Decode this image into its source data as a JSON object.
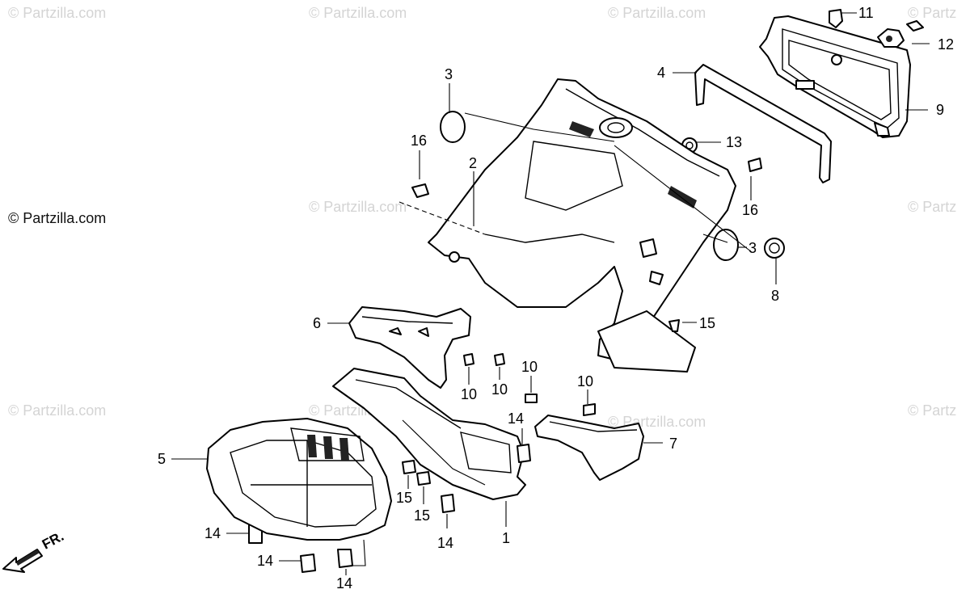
{
  "watermarks": {
    "main": "© Partzilla.com",
    "faint": "© Partzilla.com",
    "clipped": "© Partz"
  },
  "callouts": {
    "p1": "1",
    "p2": "2",
    "p3a": "3",
    "p3b": "3",
    "p4": "4",
    "p5": "5",
    "p6": "6",
    "p7": "7",
    "p8": "8",
    "p9": "9",
    "p10a": "10",
    "p10b": "10",
    "p10c": "10",
    "p10d": "10",
    "p11": "11",
    "p12": "12",
    "p13": "13",
    "p14a": "14",
    "p14b": "14",
    "p14c": "14",
    "p14d": "14",
    "p14e": "14",
    "p15a": "15",
    "p15b": "15",
    "p15c": "15",
    "p16a": "16",
    "p16b": "16"
  },
  "direction": {
    "label": "FR."
  },
  "colors": {
    "line": "#000000",
    "watermark": "#d4d4d4"
  }
}
